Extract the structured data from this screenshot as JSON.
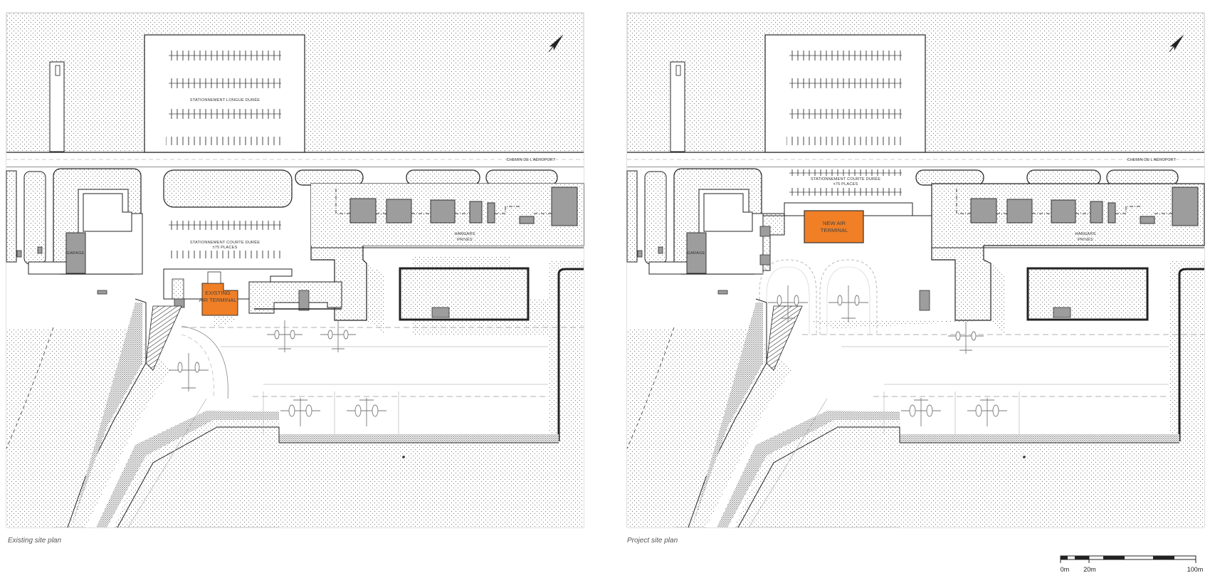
{
  "captions": {
    "existing": "Existing site plan",
    "project": "Project site plan"
  },
  "existing_plan": {
    "road": "CHEMIN DE L'AÉROPORT",
    "long_term_parking": "STATIONNEMENT LONGUE DURÉE",
    "short_term_parking": "STATIONNEMENT COURTE DURÉE",
    "places": "±75 PLACES",
    "garage": "GARAGE",
    "hangars": "HANGARS",
    "hangars_private": "PRIVÉS",
    "terminal_line1": "EXISTING",
    "terminal_line2": "AIR TERMINAL"
  },
  "project_plan": {
    "road": "CHEMIN DE L'AÉROPORT",
    "short_term_parking": "STATIONNEMENT COURTE DURÉE",
    "places": "±75 PLACES",
    "garage": "GARAGE",
    "hangars": "HANGARS",
    "hangars_private": "PRIVÉS",
    "terminal_line1": "NEW AIR",
    "terminal_line2": "TERMINAL"
  },
  "scale_bar": {
    "label_start": "0m",
    "label_mid": "20m",
    "label_end": "100m"
  },
  "colors": {
    "terminal": "#f07f26",
    "building": "#9d9d9d",
    "line": "#222222"
  },
  "icons": [
    "north-arrow-icon",
    "aircraft-icon"
  ]
}
